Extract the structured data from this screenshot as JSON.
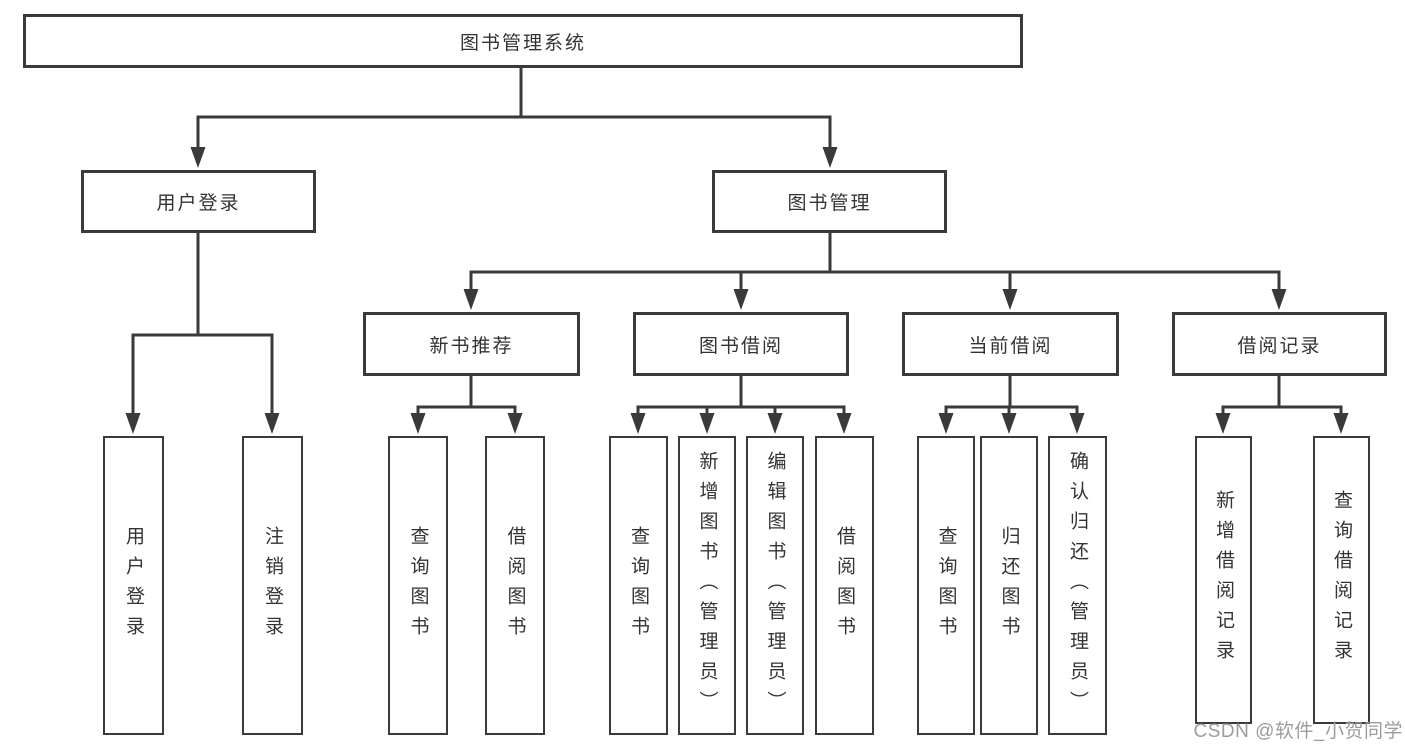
{
  "diagram": {
    "type": "tree",
    "colors": {
      "line": "#3a3a3a",
      "text": "#333333",
      "background": "#ffffff",
      "watermark_text": "#9c9c9c"
    }
  },
  "tree": {
    "label": "图书管理系统",
    "children": [
      {
        "label": "用户登录",
        "children": [
          {
            "label": "用户登录"
          },
          {
            "label": "注销登录"
          }
        ]
      },
      {
        "label": "图书管理",
        "children": [
          {
            "label": "新书推荐",
            "children": [
              {
                "label": "查询图书"
              },
              {
                "label": "借阅图书"
              }
            ]
          },
          {
            "label": "图书借阅",
            "children": [
              {
                "label": "查询图书"
              },
              {
                "label": "新增图书（管理员）"
              },
              {
                "label": "编辑图书（管理员）"
              },
              {
                "label": "借阅图书"
              }
            ]
          },
          {
            "label": "当前借阅",
            "children": [
              {
                "label": "查询图书"
              },
              {
                "label": "归还图书"
              },
              {
                "label": "确认归还（管理员）"
              }
            ]
          },
          {
            "label": "借阅记录",
            "children": [
              {
                "label": "新增借阅记录"
              },
              {
                "label": "查询借阅记录"
              }
            ]
          }
        ]
      }
    ]
  },
  "watermark": {
    "text": "CSDN @软件_小贺同学"
  }
}
